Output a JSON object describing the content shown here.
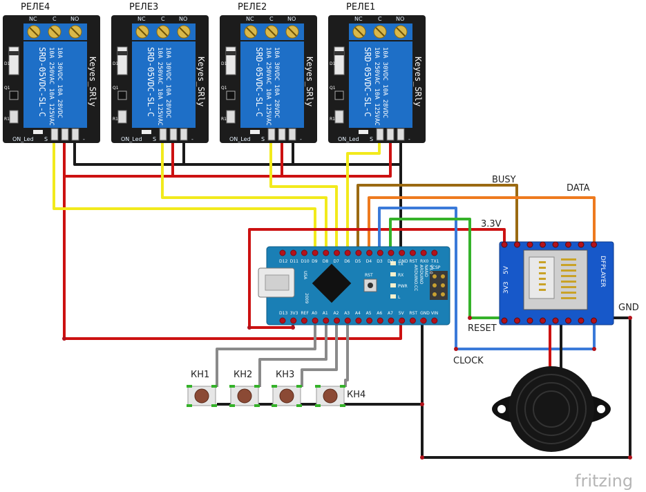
{
  "relays": [
    {
      "title": "РЕЛЕ4",
      "model": "SRD-05VDC-SL-C",
      "brand": "Keyes_SRly"
    },
    {
      "title": "РЕЛЕ3",
      "model": "SRD-05VDC-SL-C",
      "brand": "Keyes_SRly"
    },
    {
      "title": "РЕЛЕ2",
      "model": "SRD-05VDC-SL-C",
      "brand": "Keyes_SRly"
    },
    {
      "title": "РЕЛЕ1",
      "model": "SRD-05VDC-SL-C",
      "brand": "Keyes_SRly"
    }
  ],
  "relay_labels": {
    "nc": "NC",
    "c": "C",
    "no": "NO",
    "rating1": "10A 250VAC 10A 125VAC",
    "rating2": "10A 30VDC 10A 28VDC",
    "d1": "D1",
    "q1": "Q1",
    "r1": "R1",
    "on_led": "ON_Led",
    "s": "S",
    "plus": "+",
    "minus": "-"
  },
  "arduino": {
    "top_pins": [
      "D12",
      "D11",
      "D10",
      "D9",
      "D8",
      "D7",
      "D6",
      "D5",
      "D4",
      "D3",
      "D2",
      "GND",
      "RST",
      "RX0",
      "TX1"
    ],
    "bottom_pins": [
      "D13",
      "3V3",
      "REF",
      "A0",
      "A1",
      "A2",
      "A3",
      "A4",
      "A5",
      "A6",
      "A7",
      "5V",
      "RST",
      "GND",
      "VIN"
    ],
    "name_lines": [
      "ARDUINO",
      "NANO",
      "V3.0"
    ],
    "cc": "ARDUINO.CC",
    "usa": "USA",
    "year": "2009",
    "leds": [
      "TX",
      "RX",
      "PWR",
      "L"
    ],
    "rst": "RST",
    "icsp": "ICSP"
  },
  "mp3_module": {
    "side_text1": "DFPLAYER",
    "side_text2": "3V3",
    "side_text3": "5V"
  },
  "signal_labels": {
    "busy": "BUSY",
    "data": "DATA",
    "v33": "3.3V",
    "reset": "RESET",
    "clock": "CLOCK",
    "gnd": "GND"
  },
  "buttons": [
    "КН1",
    "КН2",
    "КН3",
    "КН4"
  ],
  "footer": {
    "brand": "fritzing"
  },
  "colors": {
    "board_blue": "#1a7fb5",
    "relay_black": "#1c1c1c",
    "relay_blue": "#1e6fc7",
    "mp3_blue": "#1758c9",
    "wire_red": "#cc1111",
    "wire_black": "#1a1a1a",
    "wire_yellow": "#f2ea1c",
    "wire_brown": "#9b6a12",
    "wire_orange": "#ee7a1e",
    "wire_blue": "#3b7ad9",
    "wire_green": "#35b22a",
    "wire_gray": "#8a8a8a"
  }
}
